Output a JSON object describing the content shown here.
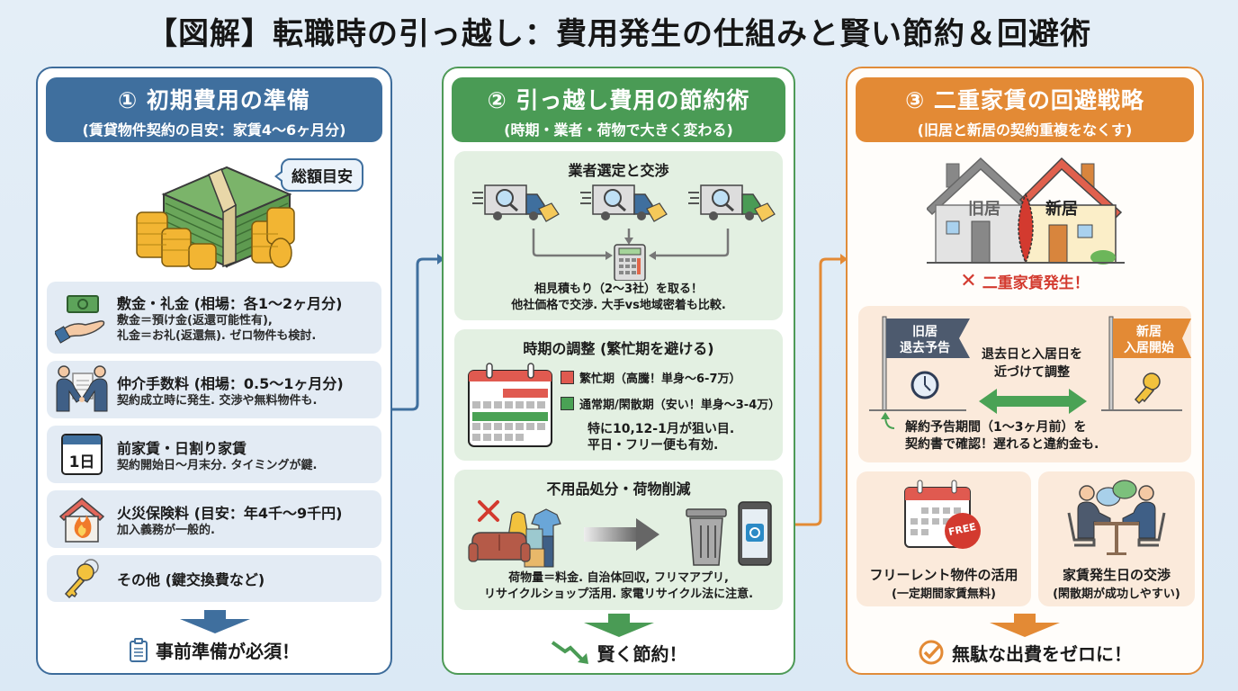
{
  "title": "【図解】転職時の引っ越し：費用発生の仕組みと賢い節約＆回避術",
  "colors": {
    "panel1": "#3f6f9e",
    "panel2": "#4a9b55",
    "panel3": "#e38a35",
    "busy": "#e05a50",
    "normal": "#4aa255",
    "alert_red": "#d33a2f"
  },
  "panel1": {
    "heading": "① 初期費用の準備",
    "subheading": "(賃貸物件契約の目安：家賃4〜6ヶ月分)",
    "bubble": "総額目安",
    "items": [
      {
        "icon": "money-hand-icon",
        "title": "敷金・礼金 (相場：各1〜2ヶ月分)",
        "desc": [
          "敷金＝預け金(返還可能性有),",
          "礼金＝お礼(返還無). ゼロ物件も検討."
        ]
      },
      {
        "icon": "handshake-icon",
        "title": "仲介手数料 (相場：0.5〜1ヶ月分)",
        "desc": [
          "契約成立時に発生. 交渉や無料物件も."
        ]
      },
      {
        "icon": "calendar-1day-icon",
        "icon_label": "1日",
        "title": "前家賃・日割り家賃",
        "desc": [
          "契約開始日〜月末分. タイミングが鍵."
        ]
      },
      {
        "icon": "house-fire-icon",
        "title": "火災保険料 (目安：年4千〜9千円)",
        "desc": [
          "加入義務が一般的."
        ]
      },
      {
        "icon": "key-icon",
        "title": "その他 (鍵交換費など)",
        "desc": []
      }
    ],
    "footer": "事前準備が必須！"
  },
  "panel2": {
    "heading": "② 引っ越し費用の節約術",
    "subheading": "(時期・業者・荷物で大きく変わる)",
    "sections": [
      {
        "title": "業者選定と交渉",
        "desc": [
          "相見積もり（2〜3社）を取る！",
          "他社価格で交渉. 大手vs地域密着も比較."
        ]
      },
      {
        "title": "時期の調整 (繁忙期を避ける)",
        "legend": [
          {
            "label": "繁忙期（高騰！単身〜6-7万）",
            "color": "#e05a50"
          },
          {
            "label": "通常期/閑散期（安い！単身〜3-4万）",
            "color": "#4aa255"
          }
        ],
        "notes": [
          "特に10,12-1月が狙い目.",
          "平日・フリー便も有効."
        ]
      },
      {
        "title": "不用品処分・荷物削減",
        "desc": [
          "荷物量＝料金. 自治体回収, フリマアプリ,",
          "リサイクルショップ活用. 家電リサイクル法に注意."
        ]
      }
    ],
    "footer": "賢く節約！"
  },
  "panel3": {
    "heading": "③ 二重家賃の回避戦略",
    "subheading": "(旧居と新居の契約重複をなくす)",
    "old_house": "旧居",
    "new_house": "新居",
    "alert": "二重家賃発生！",
    "timeline": {
      "left_flag": [
        "旧居",
        "退去予告"
      ],
      "right_flag": [
        "新居",
        "入居開始"
      ],
      "center": [
        "退去日と入居日を",
        "近づけて調整"
      ],
      "note": [
        "解約予告期間（1〜3ヶ月前）を",
        "契約書で確認！遅れると違約金も."
      ]
    },
    "tips": [
      {
        "icon": "free-calendar-icon",
        "badge": "FREE",
        "title": "フリーレント物件の活用",
        "desc": "(一定期間家賃無料)"
      },
      {
        "icon": "negotiation-icon",
        "title": "家賃発生日の交渉",
        "desc": "(閑散期が成功しやすい)"
      }
    ],
    "footer": "無駄な出費をゼロに！"
  }
}
